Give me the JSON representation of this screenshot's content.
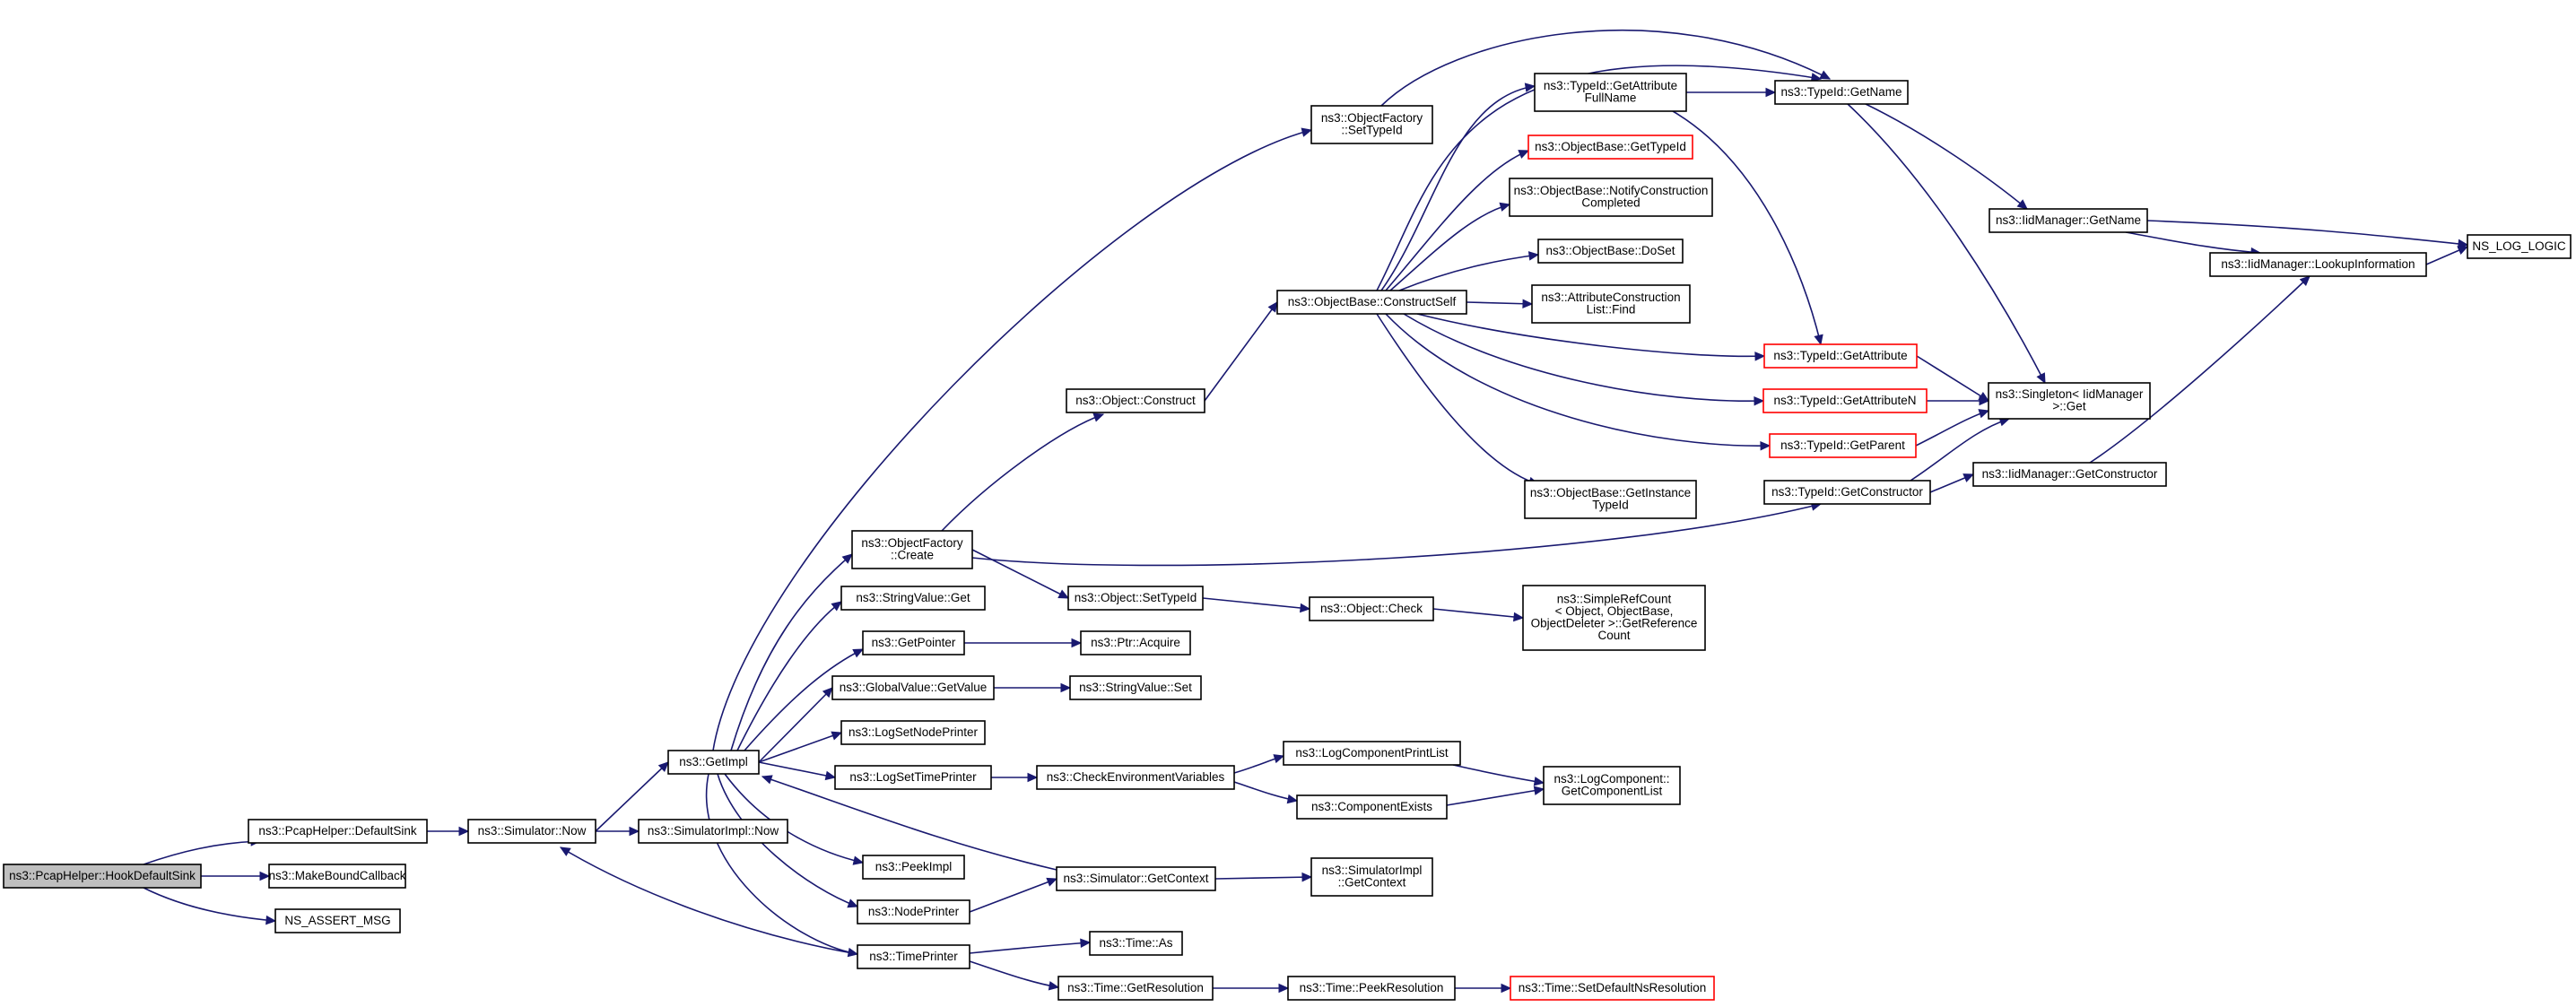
{
  "colors": {
    "edge": "#191970",
    "border_normal": "#000000",
    "border_truncated": "#ff0000",
    "root_fill": "#bfbfbf",
    "node_fill": "#ffffff"
  },
  "nodes": [
    {
      "id": "hook",
      "lines": [
        "ns3::PcapHelper::HookDefaultSink"
      ],
      "style": "root"
    },
    {
      "id": "defaultsink",
      "lines": [
        "ns3::PcapHelper::DefaultSink"
      ],
      "style": "normal"
    },
    {
      "id": "makebound",
      "lines": [
        "ns3::MakeBoundCallback"
      ],
      "style": "normal"
    },
    {
      "id": "nsassert",
      "lines": [
        "NS_ASSERT_MSG"
      ],
      "style": "normal"
    },
    {
      "id": "simnow",
      "lines": [
        "ns3::Simulator::Now"
      ],
      "style": "normal"
    },
    {
      "id": "simimplnow",
      "lines": [
        "ns3::SimulatorImpl::Now"
      ],
      "style": "normal"
    },
    {
      "id": "getimpl",
      "lines": [
        "ns3::GetImpl"
      ],
      "style": "normal"
    },
    {
      "id": "ofsettypeid",
      "lines": [
        "ns3::ObjectFactory",
        "::SetTypeId"
      ],
      "style": "normal"
    },
    {
      "id": "ofcreate",
      "lines": [
        "ns3::ObjectFactory",
        "::Create"
      ],
      "style": "normal"
    },
    {
      "id": "stringvalueget",
      "lines": [
        "ns3::StringValue::Get"
      ],
      "style": "normal"
    },
    {
      "id": "getpointer",
      "lines": [
        "ns3::GetPointer"
      ],
      "style": "normal"
    },
    {
      "id": "gvgetvalue",
      "lines": [
        "ns3::GlobalValue::GetValue"
      ],
      "style": "normal"
    },
    {
      "id": "logsetnode",
      "lines": [
        "ns3::LogSetNodePrinter"
      ],
      "style": "normal"
    },
    {
      "id": "logsettime",
      "lines": [
        "ns3::LogSetTimePrinter"
      ],
      "style": "normal"
    },
    {
      "id": "peekimpl",
      "lines": [
        "ns3::PeekImpl"
      ],
      "style": "normal"
    },
    {
      "id": "nodeprinter",
      "lines": [
        "ns3::NodePrinter"
      ],
      "style": "normal"
    },
    {
      "id": "timeprinter",
      "lines": [
        "ns3::TimePrinter"
      ],
      "style": "normal"
    },
    {
      "id": "objconstruct",
      "lines": [
        "ns3::Object::Construct"
      ],
      "style": "normal"
    },
    {
      "id": "objsettypeid",
      "lines": [
        "ns3::Object::SetTypeId"
      ],
      "style": "normal"
    },
    {
      "id": "ptracquire",
      "lines": [
        "ns3::Ptr::Acquire"
      ],
      "style": "normal"
    },
    {
      "id": "stringvalueset",
      "lines": [
        "ns3::StringValue::Set"
      ],
      "style": "normal"
    },
    {
      "id": "checkenv",
      "lines": [
        "ns3::CheckEnvironmentVariables"
      ],
      "style": "normal"
    },
    {
      "id": "simgetcontext",
      "lines": [
        "ns3::Simulator::GetContext"
      ],
      "style": "normal"
    },
    {
      "id": "timeas",
      "lines": [
        "ns3::Time::As"
      ],
      "style": "normal"
    },
    {
      "id": "timegetres",
      "lines": [
        "ns3::Time::GetResolution"
      ],
      "style": "normal"
    },
    {
      "id": "obconstructself",
      "lines": [
        "ns3::ObjectBase::ConstructSelf"
      ],
      "style": "normal"
    },
    {
      "id": "objcheck",
      "lines": [
        "ns3::Object::Check"
      ],
      "style": "normal"
    },
    {
      "id": "logcompprintlist",
      "lines": [
        "ns3::LogComponentPrintList"
      ],
      "style": "normal"
    },
    {
      "id": "compexists",
      "lines": [
        "ns3::ComponentExists"
      ],
      "style": "normal"
    },
    {
      "id": "simimplgetcontext",
      "lines": [
        "ns3::SimulatorImpl",
        "::GetContext"
      ],
      "style": "normal"
    },
    {
      "id": "timepeekres",
      "lines": [
        "ns3::Time::PeekResolution"
      ],
      "style": "normal"
    },
    {
      "id": "tidgetattrfull",
      "lines": [
        "ns3::TypeId::GetAttribute",
        "FullName"
      ],
      "style": "normal"
    },
    {
      "id": "obgettypeid",
      "lines": [
        "ns3::ObjectBase::GetTypeId"
      ],
      "style": "truncated"
    },
    {
      "id": "obnotify",
      "lines": [
        "ns3::ObjectBase::NotifyConstruction",
        "Completed"
      ],
      "style": "normal"
    },
    {
      "id": "obdoset",
      "lines": [
        "ns3::ObjectBase::DoSet"
      ],
      "style": "normal"
    },
    {
      "id": "acfind",
      "lines": [
        "ns3::AttributeConstruction",
        "List::Find"
      ],
      "style": "normal"
    },
    {
      "id": "obgetinstance",
      "lines": [
        "ns3::ObjectBase::GetInstance",
        "TypeId"
      ],
      "style": "normal"
    },
    {
      "id": "simplerefcount",
      "lines": [
        "ns3::SimpleRefCount",
        "< Object, ObjectBase,",
        " ObjectDeleter >::GetReference",
        "Count"
      ],
      "style": "normal"
    },
    {
      "id": "logcompgetlist",
      "lines": [
        "ns3::LogComponent::",
        "GetComponentList"
      ],
      "style": "normal"
    },
    {
      "id": "timesetdefault",
      "lines": [
        "ns3::Time::SetDefaultNsResolution"
      ],
      "style": "truncated"
    },
    {
      "id": "tidgetname",
      "lines": [
        "ns3::TypeId::GetName"
      ],
      "style": "normal"
    },
    {
      "id": "tidgetattr",
      "lines": [
        "ns3::TypeId::GetAttribute"
      ],
      "style": "truncated"
    },
    {
      "id": "tidgetattrn",
      "lines": [
        "ns3::TypeId::GetAttributeN"
      ],
      "style": "truncated"
    },
    {
      "id": "tidgetparent",
      "lines": [
        "ns3::TypeId::GetParent"
      ],
      "style": "truncated"
    },
    {
      "id": "tidgetconstructor",
      "lines": [
        "ns3::TypeId::GetConstructor"
      ],
      "style": "normal"
    },
    {
      "id": "singletonget",
      "lines": [
        "ns3::Singleton< IidManager",
        " >::Get"
      ],
      "style": "normal"
    },
    {
      "id": "iidgetname",
      "lines": [
        "ns3::IidManager::GetName"
      ],
      "style": "normal"
    },
    {
      "id": "iidgetconstructor",
      "lines": [
        "ns3::IidManager::GetConstructor"
      ],
      "style": "normal"
    },
    {
      "id": "iidlookup",
      "lines": [
        "ns3::IidManager::LookupInformation"
      ],
      "style": "normal"
    },
    {
      "id": "nslog",
      "lines": [
        "NS_LOG_LOGIC"
      ],
      "style": "normal"
    }
  ],
  "edges": [
    [
      "hook",
      "defaultsink"
    ],
    [
      "hook",
      "makebound"
    ],
    [
      "hook",
      "nsassert"
    ],
    [
      "defaultsink",
      "simnow"
    ],
    [
      "simnow",
      "simimplnow"
    ],
    [
      "simnow",
      "getimpl"
    ],
    [
      "getimpl",
      "ofsettypeid"
    ],
    [
      "getimpl",
      "ofcreate"
    ],
    [
      "getimpl",
      "stringvalueget"
    ],
    [
      "getimpl",
      "getpointer"
    ],
    [
      "getimpl",
      "gvgetvalue"
    ],
    [
      "getimpl",
      "logsetnode"
    ],
    [
      "getimpl",
      "logsettime"
    ],
    [
      "getimpl",
      "peekimpl"
    ],
    [
      "getimpl",
      "nodeprinter"
    ],
    [
      "getimpl",
      "timeprinter"
    ],
    [
      "ofsettypeid",
      "tidgetname"
    ],
    [
      "ofcreate",
      "objconstruct"
    ],
    [
      "ofcreate",
      "objsettypeid"
    ],
    [
      "ofcreate",
      "tidgetconstructor"
    ],
    [
      "getpointer",
      "ptracquire"
    ],
    [
      "gvgetvalue",
      "stringvalueset"
    ],
    [
      "logsettime",
      "checkenv"
    ],
    [
      "nodeprinter",
      "simgetcontext"
    ],
    [
      "timeprinter",
      "simnow"
    ],
    [
      "timeprinter",
      "timeas"
    ],
    [
      "timeprinter",
      "timegetres"
    ],
    [
      "simgetcontext",
      "getimpl"
    ],
    [
      "simgetcontext",
      "simimplgetcontext"
    ],
    [
      "objconstruct",
      "obconstructself"
    ],
    [
      "objsettypeid",
      "objcheck"
    ],
    [
      "checkenv",
      "logcompprintlist"
    ],
    [
      "checkenv",
      "compexists"
    ],
    [
      "timegetres",
      "timepeekres"
    ],
    [
      "timepeekres",
      "timesetdefault"
    ],
    [
      "obconstructself",
      "tidgetattrfull"
    ],
    [
      "obconstructself",
      "obgettypeid"
    ],
    [
      "obconstructself",
      "obnotify"
    ],
    [
      "obconstructself",
      "obdoset"
    ],
    [
      "obconstructself",
      "acfind"
    ],
    [
      "obconstructself",
      "obgetinstance"
    ],
    [
      "obconstructself",
      "tidgetname"
    ],
    [
      "obconstructself",
      "tidgetattr"
    ],
    [
      "obconstructself",
      "tidgetattrn"
    ],
    [
      "obconstructself",
      "tidgetparent"
    ],
    [
      "objcheck",
      "simplerefcount"
    ],
    [
      "logcompprintlist",
      "logcompgetlist"
    ],
    [
      "compexists",
      "logcompgetlist"
    ],
    [
      "tidgetattrfull",
      "tidgetname"
    ],
    [
      "tidgetattrfull",
      "tidgetattr"
    ],
    [
      "tidgetname",
      "singletonget"
    ],
    [
      "tidgetname",
      "iidgetname"
    ],
    [
      "tidgetattr",
      "singletonget"
    ],
    [
      "tidgetattrn",
      "singletonget"
    ],
    [
      "tidgetparent",
      "singletonget"
    ],
    [
      "tidgetconstructor",
      "singletonget"
    ],
    [
      "tidgetconstructor",
      "iidgetconstructor"
    ],
    [
      "iidgetname",
      "nslog"
    ],
    [
      "iidgetname",
      "iidlookup"
    ],
    [
      "iidgetconstructor",
      "iidlookup"
    ],
    [
      "iidlookup",
      "nslog"
    ]
  ]
}
